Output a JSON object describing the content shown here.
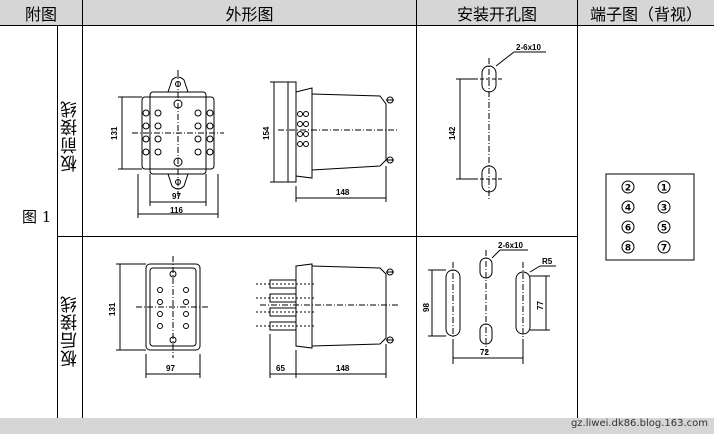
{
  "header": {
    "col_attach": "附图",
    "col_outline": "外形图",
    "col_mount": "安装开孔图",
    "col_terminal": "端子图（背视）"
  },
  "figure_label": "图 1",
  "rows": {
    "front": "板前接线",
    "rear": "板后接线"
  },
  "dimensions": {
    "front_height": "131",
    "front_width_inner": "97",
    "front_width_outer": "116",
    "front_side_height": "154",
    "front_side_depth": "148",
    "front_hole_spacing": "142",
    "front_hole_slot": "2-6x10",
    "rear_height": "131",
    "rear_width": "97",
    "rear_side_stub": "65",
    "rear_side_depth": "148",
    "rear_hole_slot": "2-6x10",
    "rear_radius": "R5",
    "rear_hole_height_left": "98",
    "rear_hole_height_right": "77",
    "rear_hole_width": "72"
  },
  "terminals": [
    "2",
    "1",
    "4",
    "3",
    "6",
    "5",
    "8",
    "7"
  ],
  "watermark": "gz.liwei.dk86.blog.163.com"
}
